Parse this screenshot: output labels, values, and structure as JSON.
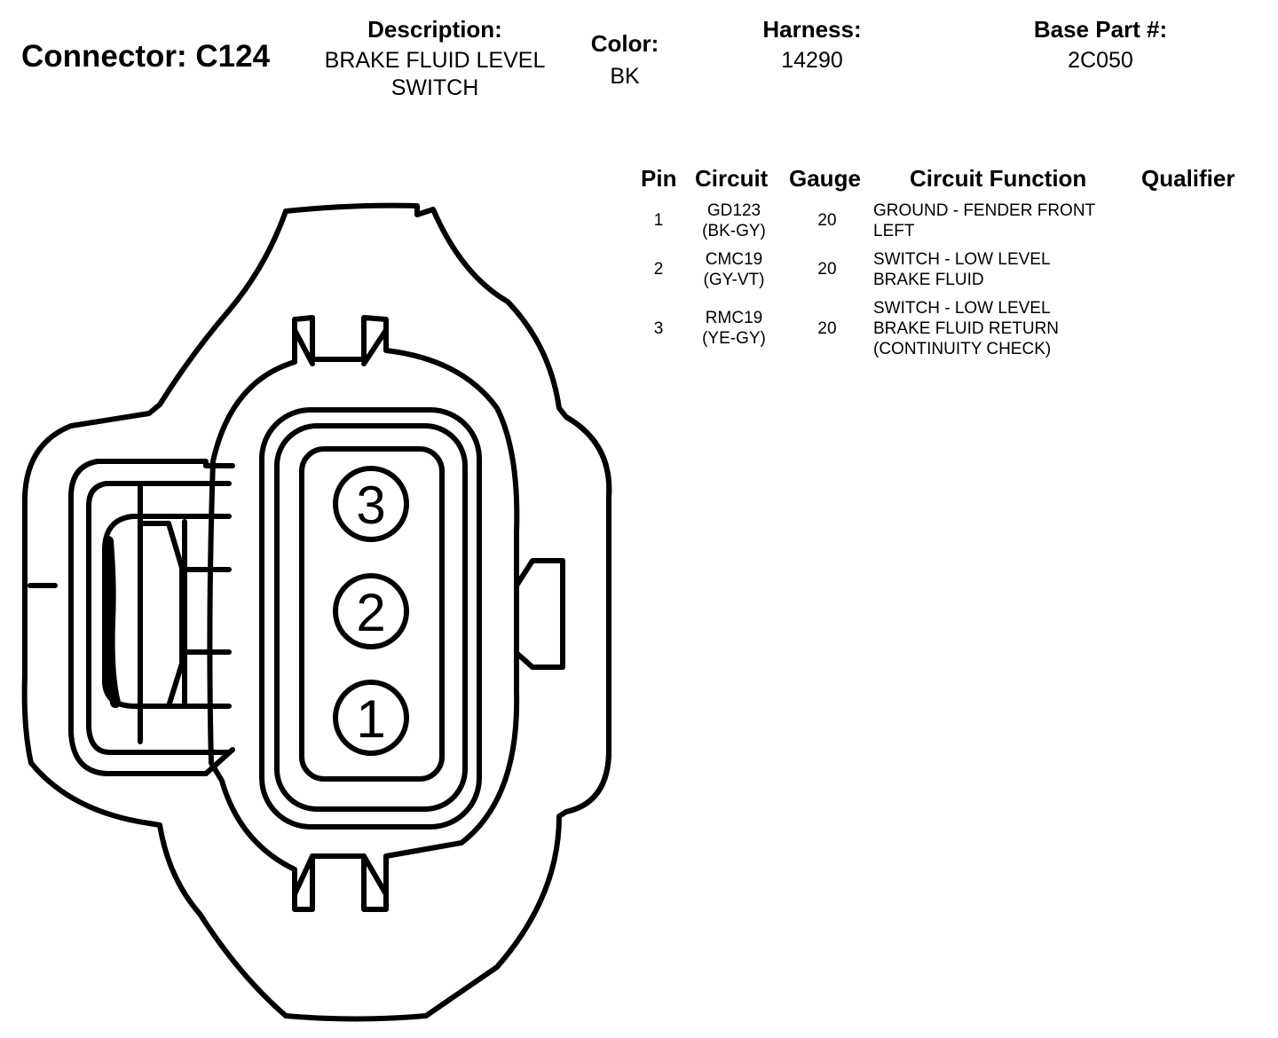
{
  "connector": {
    "label": "Connector: C124"
  },
  "description": {
    "label": "Description:",
    "line1": "BRAKE FLUID LEVEL",
    "line2": "SWITCH"
  },
  "color": {
    "label": "Color:",
    "value": "BK"
  },
  "harness": {
    "label": "Harness:",
    "value": "14290"
  },
  "base_part": {
    "label": "Base Part #:",
    "value": "2C050"
  },
  "table": {
    "headers": {
      "pin": "Pin",
      "circuit": "Circuit",
      "gauge": "Gauge",
      "function": "Circuit Function",
      "qualifier": "Qualifier"
    },
    "rows": [
      {
        "pin": "1",
        "circuit": "GD123",
        "wire": "(BK-GY)",
        "gauge": "20",
        "func1": "GROUND - FENDER FRONT",
        "func2": "LEFT",
        "func3": ""
      },
      {
        "pin": "2",
        "circuit": "CMC19",
        "wire": "(GY-VT)",
        "gauge": "20",
        "func1": "SWITCH - LOW LEVEL",
        "func2": "BRAKE FLUID",
        "func3": ""
      },
      {
        "pin": "3",
        "circuit": "RMC19",
        "wire": "(YE-GY)",
        "gauge": "20",
        "func1": "SWITCH - LOW LEVEL",
        "func2": "BRAKE FLUID RETURN",
        "func3": "(CONTINUITY CHECK)"
      }
    ]
  },
  "diagram": {
    "pin_labels": [
      "3",
      "2",
      "1"
    ]
  }
}
